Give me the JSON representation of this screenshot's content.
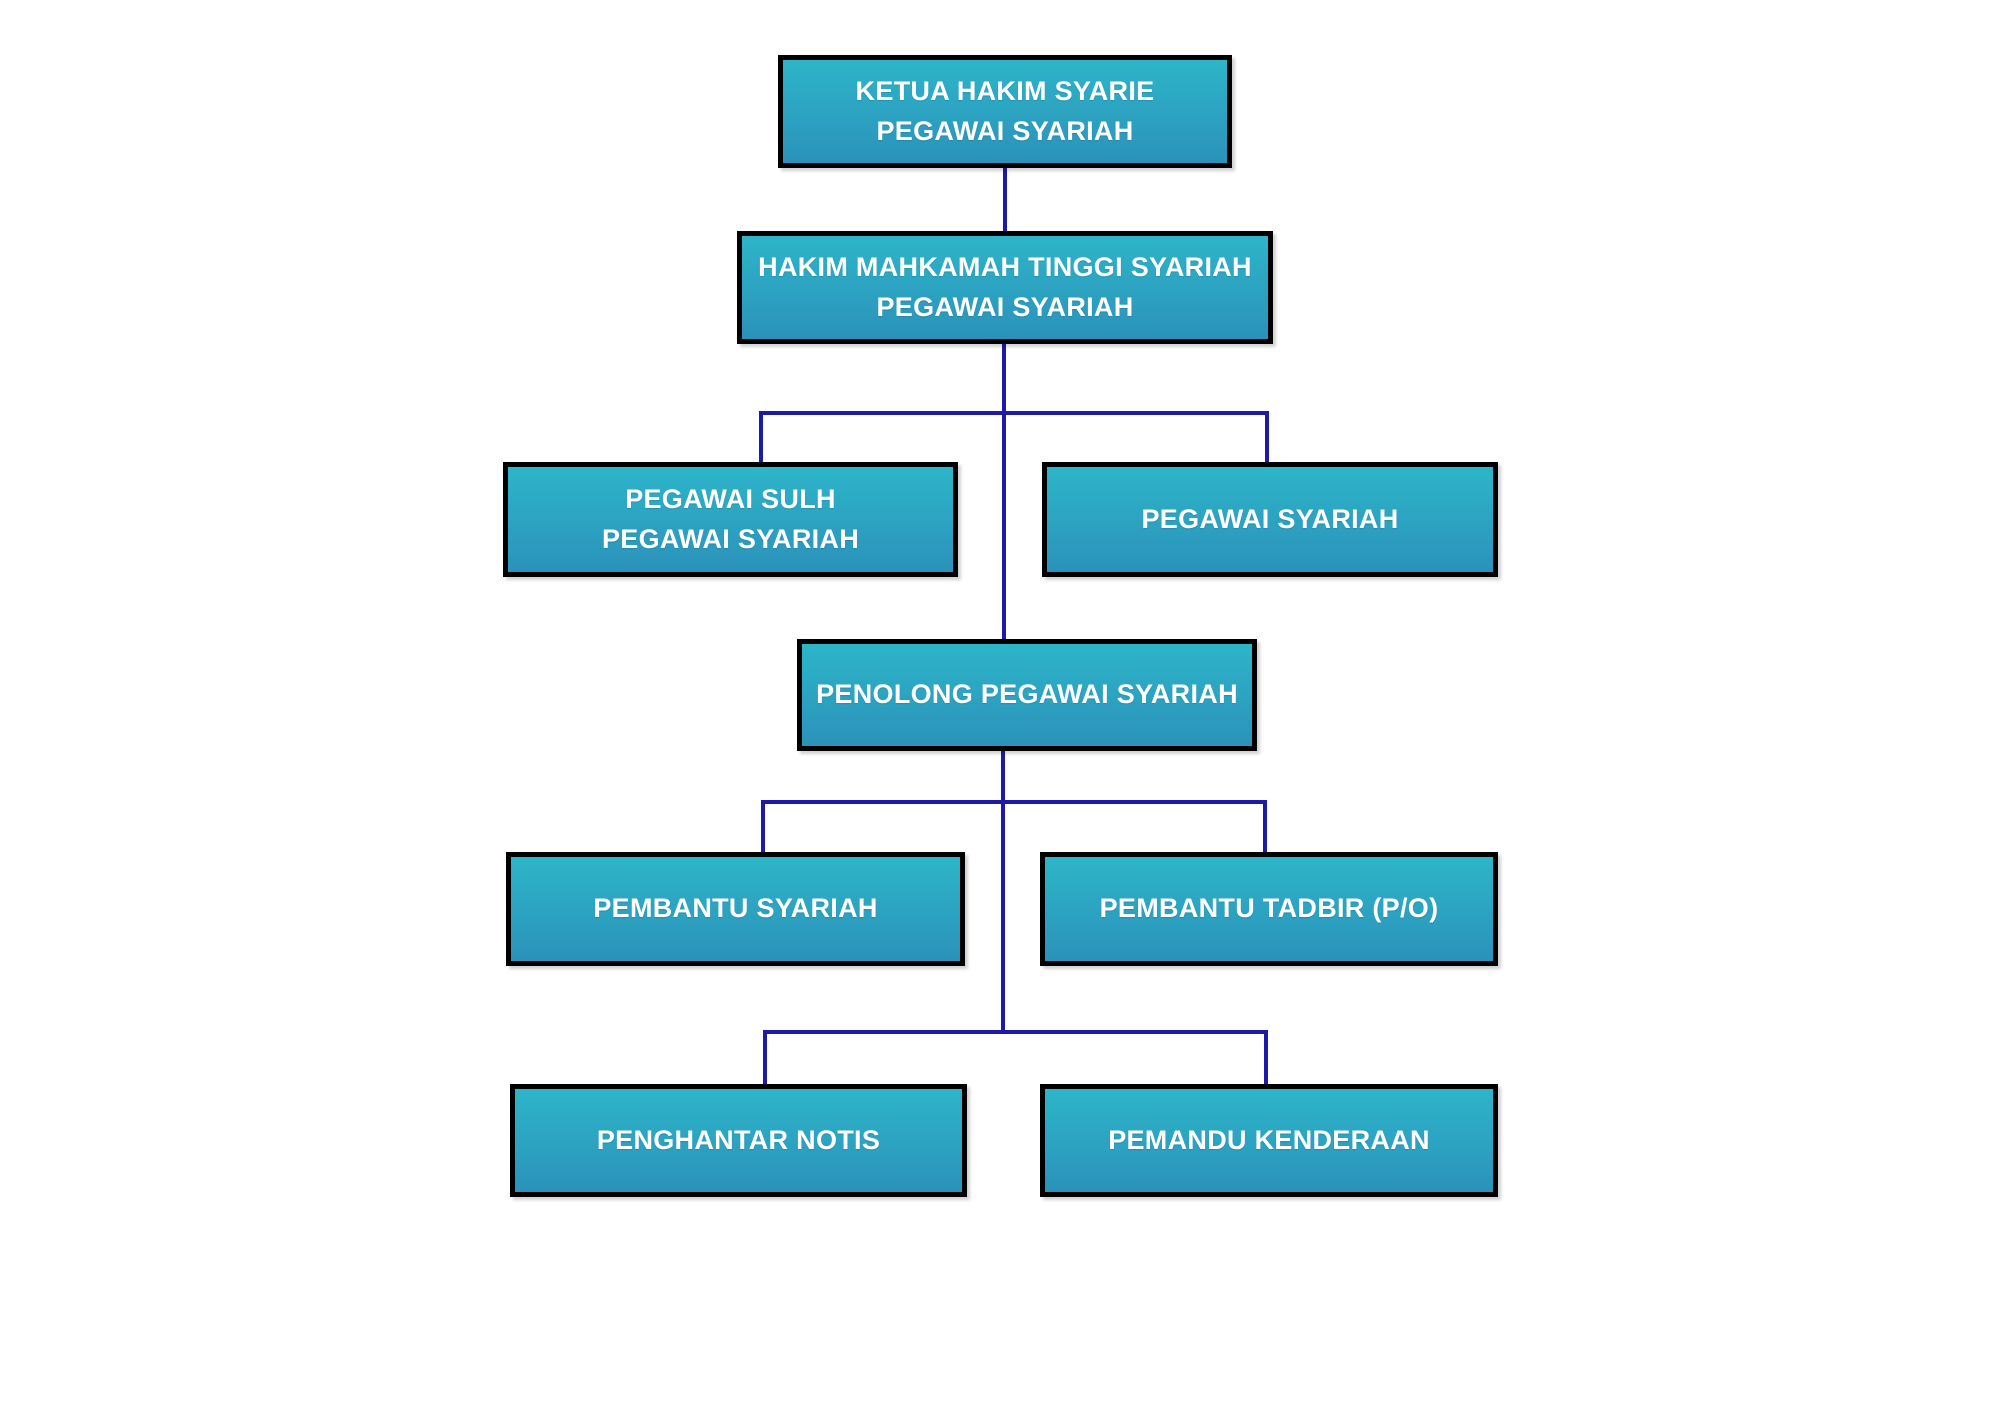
{
  "org_chart": {
    "nodes": {
      "ketua_hakim_syarie": {
        "line1": "KETUA HAKIM SYARIE",
        "line2": "PEGAWAI SYARIAH"
      },
      "hakim_mahkamah_tinggi": {
        "line1": "HAKIM MAHKAMAH TINGGI SYARIAH",
        "line2": "PEGAWAI SYARIAH"
      },
      "pegawai_sulh": {
        "line1": "PEGAWAI SULH",
        "line2": "PEGAWAI SYARIAH"
      },
      "pegawai_syariah": {
        "line1": "PEGAWAI SYARIAH"
      },
      "penolong_pegawai_syariah": {
        "line1": "PENOLONG PEGAWAI SYARIAH"
      },
      "pembantu_syariah": {
        "line1": "PEMBANTU SYARIAH"
      },
      "pembantu_tadbir": {
        "line1": "PEMBANTU TADBIR (P/O)"
      },
      "penghantar_notis": {
        "line1": "PENGHANTAR NOTIS"
      },
      "pemandu_kenderaan": {
        "line1": "PEMANDU KENDERAAN"
      }
    },
    "hierarchy": [
      {
        "parent": "ketua_hakim_syarie",
        "child": "hakim_mahkamah_tinggi"
      },
      {
        "parent": "hakim_mahkamah_tinggi",
        "child": "pegawai_sulh"
      },
      {
        "parent": "hakim_mahkamah_tinggi",
        "child": "pegawai_syariah"
      },
      {
        "parent": "hakim_mahkamah_tinggi",
        "child": "penolong_pegawai_syariah"
      },
      {
        "parent": "penolong_pegawai_syariah",
        "child": "pembantu_syariah"
      },
      {
        "parent": "penolong_pegawai_syariah",
        "child": "pembantu_tadbir"
      },
      {
        "parent": "penolong_pegawai_syariah",
        "child": "penghantar_notis"
      },
      {
        "parent": "penolong_pegawai_syariah",
        "child": "pemandu_kenderaan"
      }
    ],
    "colors": {
      "box_fill_top": "#2db5c9",
      "box_fill_bottom": "#2b92ba",
      "box_border": "#000000",
      "connector": "#1c1aa6",
      "label_text": "#ffffff",
      "background": "#ffffff"
    }
  }
}
